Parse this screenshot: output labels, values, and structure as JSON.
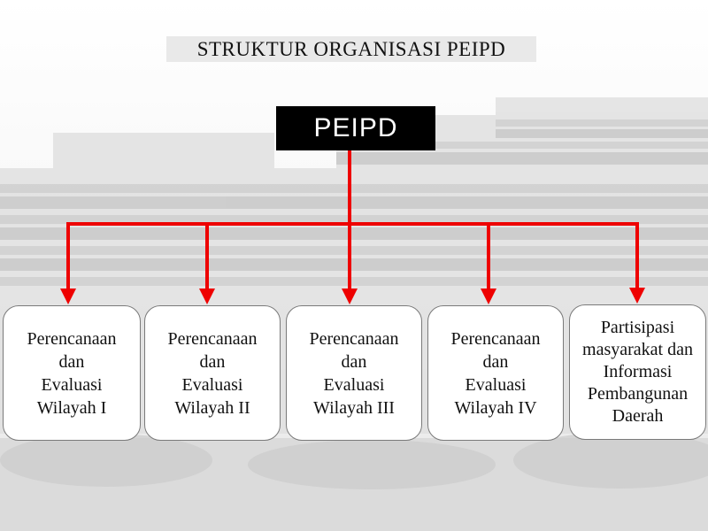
{
  "title": "STRUKTUR ORGANISASI PEIPD",
  "root": {
    "label": "PEIPD"
  },
  "children": [
    {
      "label": "Perencanaan\ndan\nEvaluasi\nWilayah   I"
    },
    {
      "label": "Perencanaan\ndan\nEvaluasi\nWilayah II"
    },
    {
      "label": "Perencanaan\ndan\nEvaluasi\nWilayah III"
    },
    {
      "label": "Perencanaan\ndan\nEvaluasi\nWilayah IV"
    },
    {
      "label": "Partisipasi\nmasyarakat dan\nInformasi\nPembangunan\nDaerah"
    }
  ],
  "colors": {
    "connector": "#ee0000",
    "root_background": "#000000",
    "root_text": "#ffffff",
    "title_band": "#e9e9e9",
    "box_border": "#7a7a7a"
  },
  "icons": {
    "background": "faded-building-photo",
    "arrows": "arrow-down-icon"
  }
}
